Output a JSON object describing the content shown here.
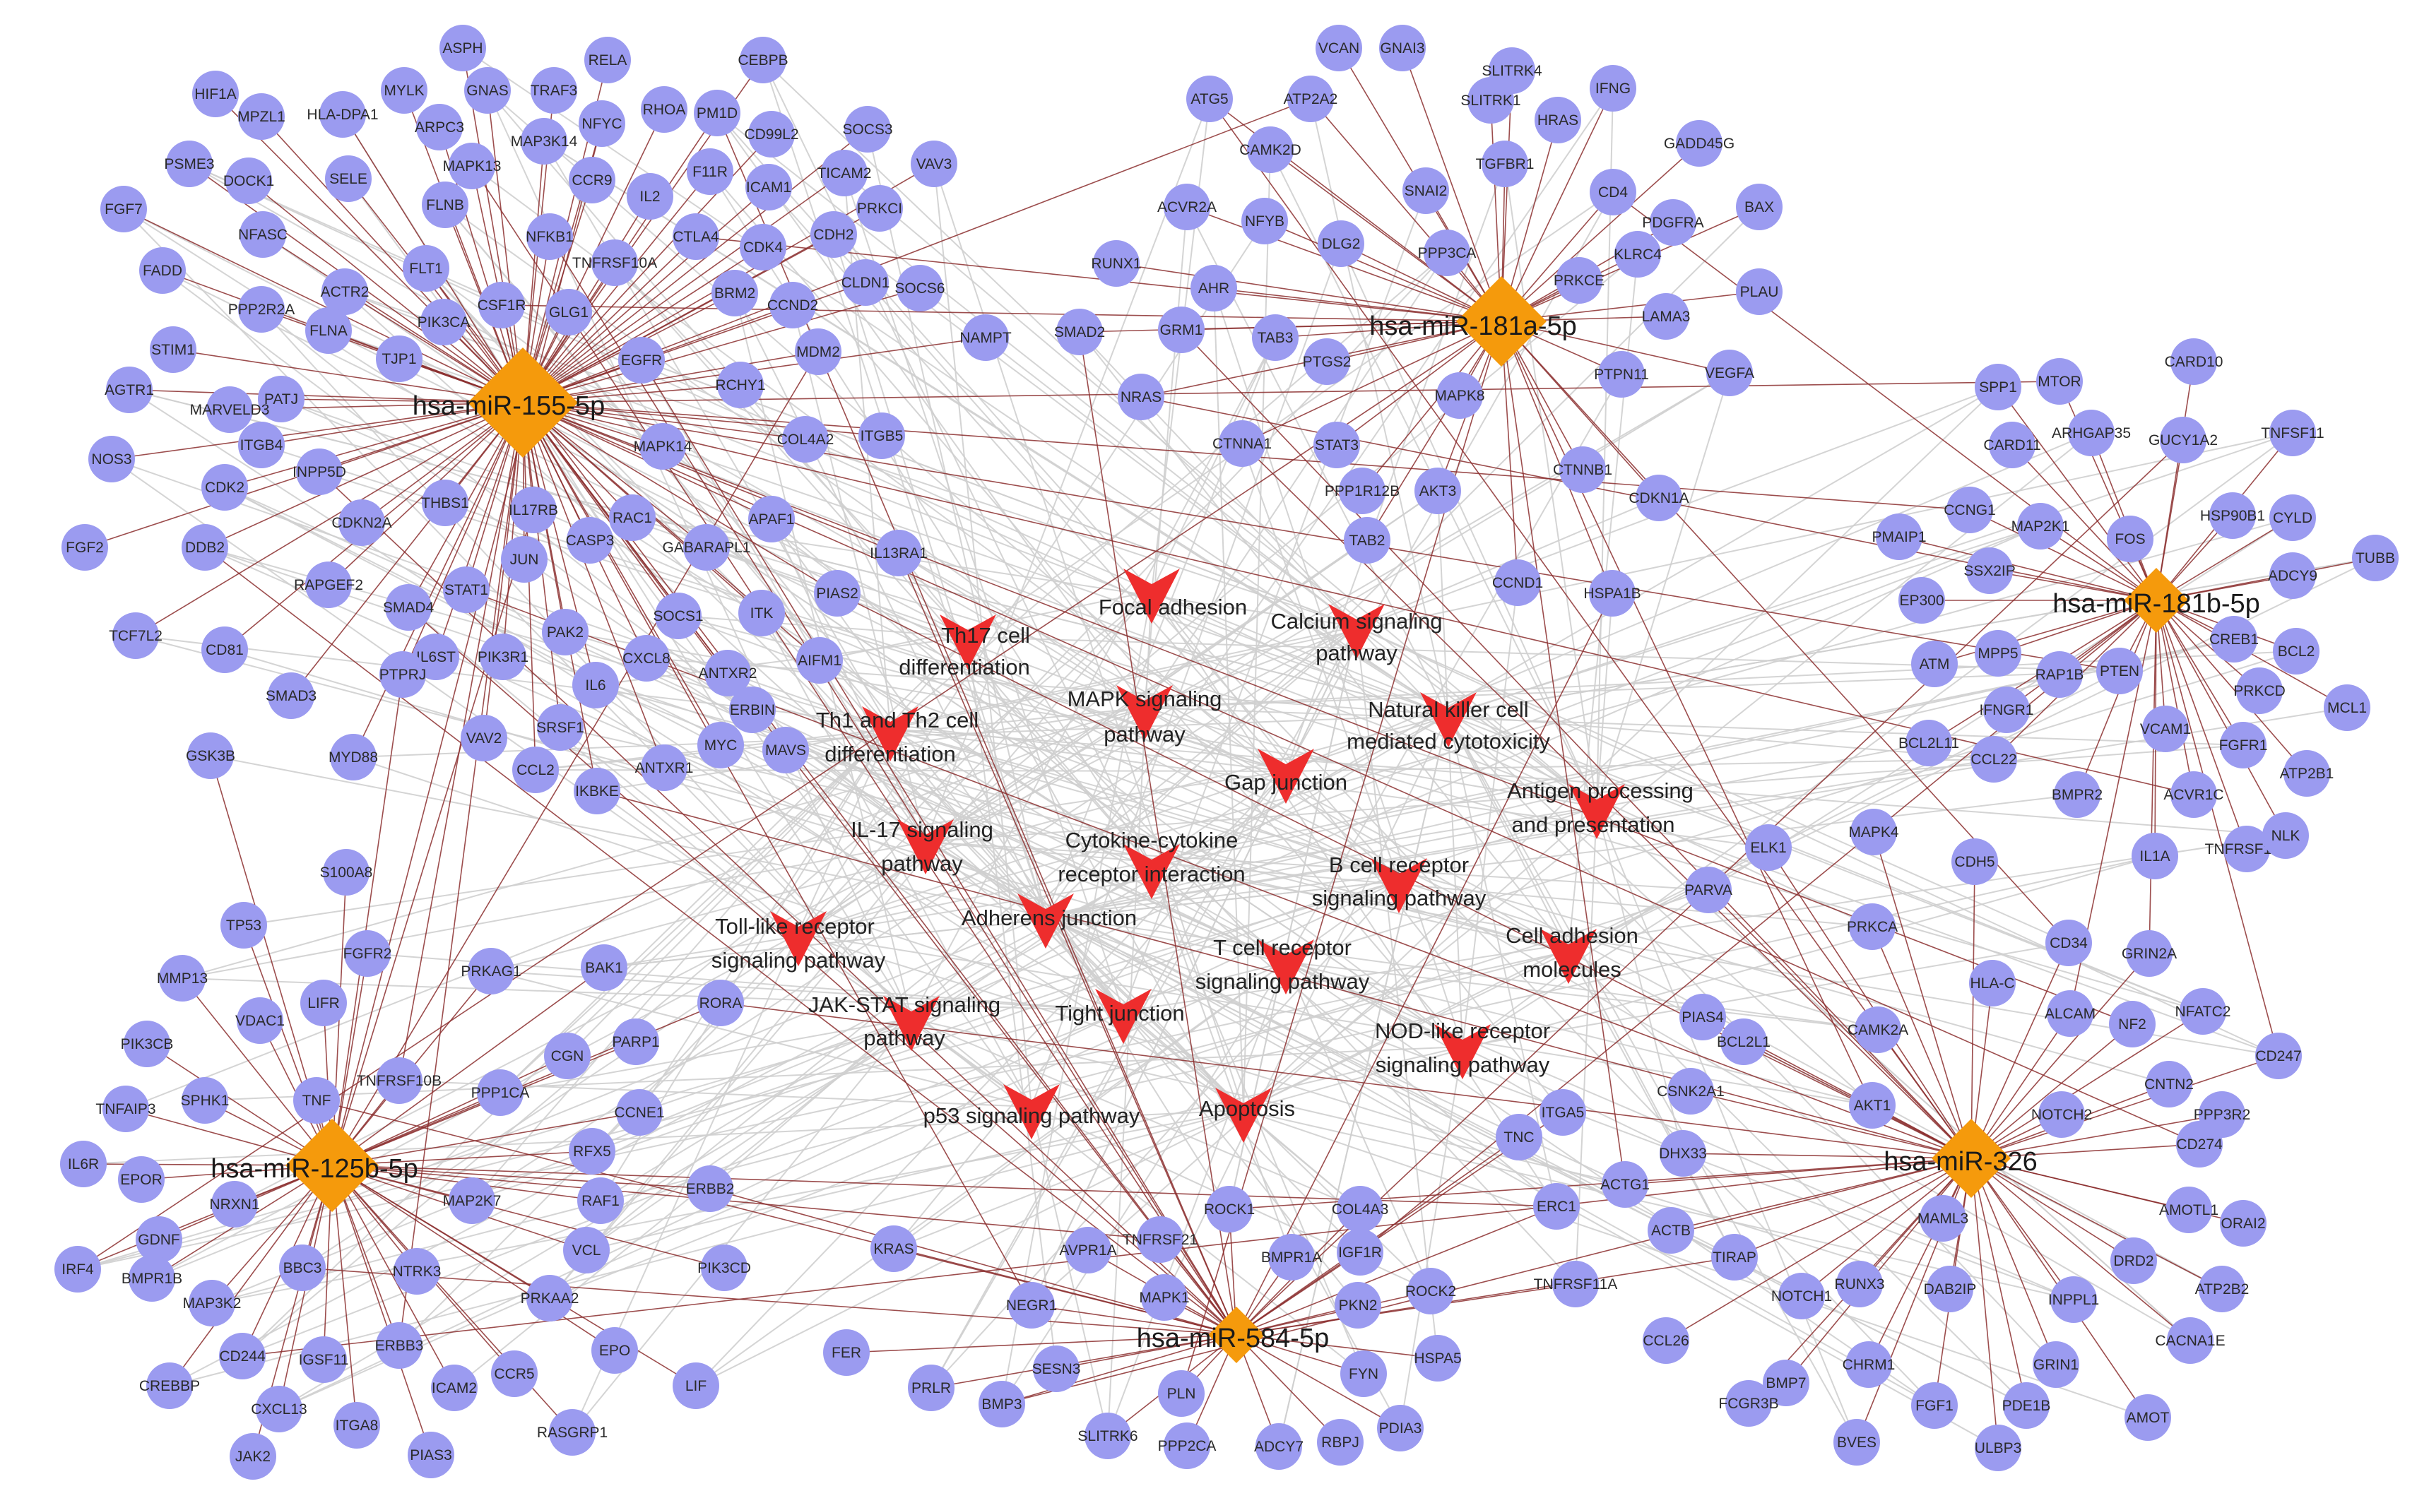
{
  "colors": {
    "gene_node": "#9b9bf0",
    "mirna_node": "#f59a0c",
    "pathway_node": "#ee2d2d",
    "mirna_edge": "#8b2e2e",
    "pathway_edge": "#cfcfcf",
    "background": "#ffffff"
  },
  "mirnas": [
    "hsa-miR-155-5p",
    "hsa-miR-181a-5p",
    "hsa-miR-181b-5p",
    "hsa-miR-125b-5p",
    "hsa-miR-326",
    "hsa-miR-584-5p"
  ],
  "pathways": [
    "Focal adhesion",
    "Th17 cell differentiation",
    "Calcium signaling pathway",
    "MAPK signaling pathway",
    "Natural killer cell mediated cytotoxicity",
    "Th1 and Th2 cell differentiation",
    "Gap junction",
    "Antigen processing and presentation",
    "IL-17 signaling pathway",
    "Cytokine-cytokine receptor interaction",
    "B cell receptor signaling pathway",
    "Adherens junction",
    "Toll-like receptor signaling pathway",
    "T cell receptor signaling pathway",
    "Cell adhesion molecules",
    "JAK-STAT signaling pathway",
    "Tight junction",
    "NOD-like receptor signaling pathway",
    "p53 signaling pathway",
    "Apoptosis"
  ],
  "genes": [
    "ASPH",
    "HIF1A",
    "MPZL1",
    "HLA-DPA1",
    "MYLK",
    "GNAS",
    "TRAF3",
    "RELA",
    "CEBPB",
    "ARPC3",
    "NFYC",
    "RHOA",
    "PM1D",
    "MAP3K14",
    "CD99L2",
    "SOCS3",
    "PSME3",
    "DOCK1",
    "SELE",
    "MAPK13",
    "CCR9",
    "TICAM2",
    "VAV3",
    "FGF7",
    "NFASC",
    "FLNB",
    "IL2",
    "F11R",
    "ICAM1",
    "PRKCI",
    "CTLA4",
    "NFKB1",
    "CDK4",
    "CDH2",
    "FADD",
    "FLT1",
    "TNFRSF10A",
    "ACTR2",
    "CLDN1",
    "SOCS6",
    "PPP2R2A",
    "FLNA",
    "PIK3CA",
    "CSF1R",
    "BRM2",
    "CCND2",
    "NAMPT",
    "STIM1",
    "TJP1",
    "GLG1",
    "EGFR",
    "MDM2",
    "AGTR1",
    "PATJ",
    "MARVELD3",
    "RCHY1",
    "ITGB4",
    "ITGB5",
    "COL4A2",
    "NOS3",
    "INPP5D",
    "CDK2",
    "MAPK14",
    "FGF2",
    "DDB2",
    "CDKN2A",
    "THBS1",
    "IL17RB",
    "RAC1",
    "APAF1",
    "JUN",
    "CASP3",
    "GABARAPL1",
    "TCF7L2",
    "RAPGEF2",
    "STAT1",
    "SMAD4",
    "CD81",
    "IL6ST",
    "PIK3R1",
    "PAK2",
    "SOCS1",
    "ITK",
    "AIFM1",
    "SMAD3",
    "PTPRJ",
    "CXCL8",
    "ANTXR2",
    "GSK3B",
    "MYD88",
    "VAV2",
    "IL6",
    "SRSF1",
    "ERBIN",
    "MAVS",
    "MYC",
    "CCL2",
    "IKBKE",
    "ANTXR1",
    "S100A8",
    "VCAN",
    "GNAI3",
    "SLITRK4",
    "IFNG",
    "ATG5",
    "ATP2A2",
    "SLITRK1",
    "HRAS",
    "GADD45G",
    "CAMK2D",
    "TGFBR1",
    "ACVR2A",
    "NFYB",
    "SNAI2",
    "CD4",
    "BAX",
    "RUNX1",
    "DLG2",
    "PPP3CA",
    "PDGFRA",
    "KLRC4",
    "AHR",
    "PRKCE",
    "PLAU",
    "SMAD2",
    "GRM1",
    "TAB3",
    "LAMA3",
    "PTGS2",
    "VEGFA",
    "NRAS",
    "PTPN11",
    "MAPK8",
    "CTNNA1",
    "STAT3",
    "CTNNB1",
    "PPP1R12B",
    "AKT3",
    "CDKN1A",
    "TAB2",
    "IL13RA1",
    "PIAS2",
    "CCND1",
    "HSPA1B",
    "SPP1",
    "MTOR",
    "CARD10",
    "ARHGAP35",
    "GUCY1A2",
    "TNFSF11",
    "CARD11",
    "CCNG1",
    "MAP2K1",
    "HSP90B1",
    "CYLD",
    "TUBB",
    "PMAIP1",
    "FOS",
    "SSX2IP",
    "ADCY9",
    "EP300",
    "CREB1",
    "BCL2",
    "MPP5",
    "ATM",
    "RAP1B",
    "PTEN",
    "PRKCD",
    "MCL1",
    "IFNGR1",
    "VCAM1",
    "BCL2L11",
    "CCL22",
    "FGFR1",
    "ATP2B1",
    "BMPR2",
    "ACVR1C",
    "IL1A",
    "TNFRSF11B",
    "NLK",
    "TP53",
    "MMP13",
    "PIK3CB",
    "VDAC1",
    "LIFR",
    "FGFR2",
    "PRKAG1",
    "BAK1",
    "TNFAIP3",
    "SPHK1",
    "TNF",
    "TNFRSF10B",
    "CGN",
    "PARP1",
    "RORA",
    "IL6R",
    "EPOR",
    "PPP1CA",
    "CCNE1",
    "NRXN1",
    "RFX5",
    "GDNF",
    "RAF1",
    "ERBB2",
    "IRF4",
    "MAP2K7",
    "BBC3",
    "VCL",
    "PIK3CD",
    "BMPR1B",
    "MAP3K2",
    "NTRK3",
    "PRKAA2",
    "CD244",
    "CREBBP",
    "IGSF11",
    "ERBB3",
    "CCR5",
    "EPO",
    "CXCL13",
    "ICAM2",
    "LIF",
    "RASGRP1",
    "JAK2",
    "ITGA8",
    "PIAS3",
    "MAPK4",
    "ELK1",
    "CDH5",
    "PARVA",
    "PRKCA",
    "CD34",
    "GRIN2A",
    "HLA-C",
    "ALCAM",
    "NF2",
    "NFATC2",
    "PIAS4",
    "CD247",
    "BCL2L1",
    "CAMK2A",
    "CNTN2",
    "CSNK2A1",
    "AKT1",
    "NOTCH2",
    "PPP3R2",
    "ITGA5",
    "TNC",
    "CD274",
    "DHX33",
    "ACTG1",
    "AMOTL1",
    "ORAI2",
    "ERC1",
    "MAML3",
    "ACTB",
    "TIRAP",
    "DRD2",
    "ATP2B2",
    "TNFRSF11A",
    "NOTCH1",
    "RUNX3",
    "DAB2IP",
    "INPPL1",
    "CACNA1E",
    "CCL26",
    "BMP7",
    "CHRM1",
    "GRIN1",
    "FCGR3B",
    "FGF1",
    "PDE1B",
    "AMOT",
    "BVES",
    "ULBP3",
    "ROCK1",
    "COL4A3",
    "AVPR1A",
    "TNFRSF21",
    "BMPR1A",
    "IGF1R",
    "KRAS",
    "MAPK1",
    "PKN2",
    "ROCK2",
    "NEGR1",
    "FER",
    "PRLR",
    "SESN3",
    "BMP3",
    "SLITRK6",
    "PPP2CA",
    "PLN",
    "ADCY7",
    "RBPJ",
    "FYN",
    "PDIA3",
    "HSPA5"
  ]
}
